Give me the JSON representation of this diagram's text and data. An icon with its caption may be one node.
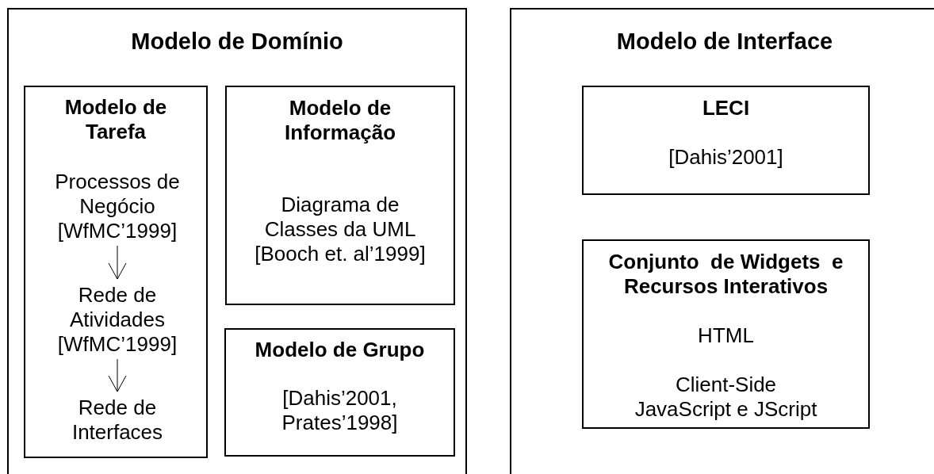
{
  "diagram": {
    "nodes": [
      {
        "text": [
          "Modelo de Domínio"
        ]
      },
      {
        "text": [
          "Modelo de Tarefa"
        ],
        "in": 0
      },
      {
        "text": [
          "Processos de Negócio [WfMC’1999]"
        ],
        "in": 1
      },
      {
        "text": [
          "Rede de Atividades [WfMC’1999]"
        ],
        "in": 1
      },
      {
        "text": [
          "Rede de Interfaces"
        ],
        "in": 1
      },
      {
        "text": [
          "Modelo de Informação",
          "Diagrama de Classes da UML [Booch et. al’1999]"
        ],
        "in": 0
      },
      {
        "text": [
          "Modelo de Grupo",
          "[Dahis’2001, Prates’1998]"
        ],
        "in": 0
      },
      {
        "text": [
          "Modelo de Interface"
        ]
      },
      {
        "text": [
          "LECI",
          "[Dahis’2001]"
        ],
        "in": 7
      },
      {
        "text": [
          "Conjunto  de Widgets  e Recursos Interativos",
          "HTML",
          "Client-Side JavaScript e JScript"
        ],
        "in": 7
      }
    ],
    "edges": [
      {
        "from": 2,
        "to": 3,
        "arrow": "to"
      },
      {
        "from": 3,
        "to": 4,
        "arrow": "to"
      }
    ]
  }
}
